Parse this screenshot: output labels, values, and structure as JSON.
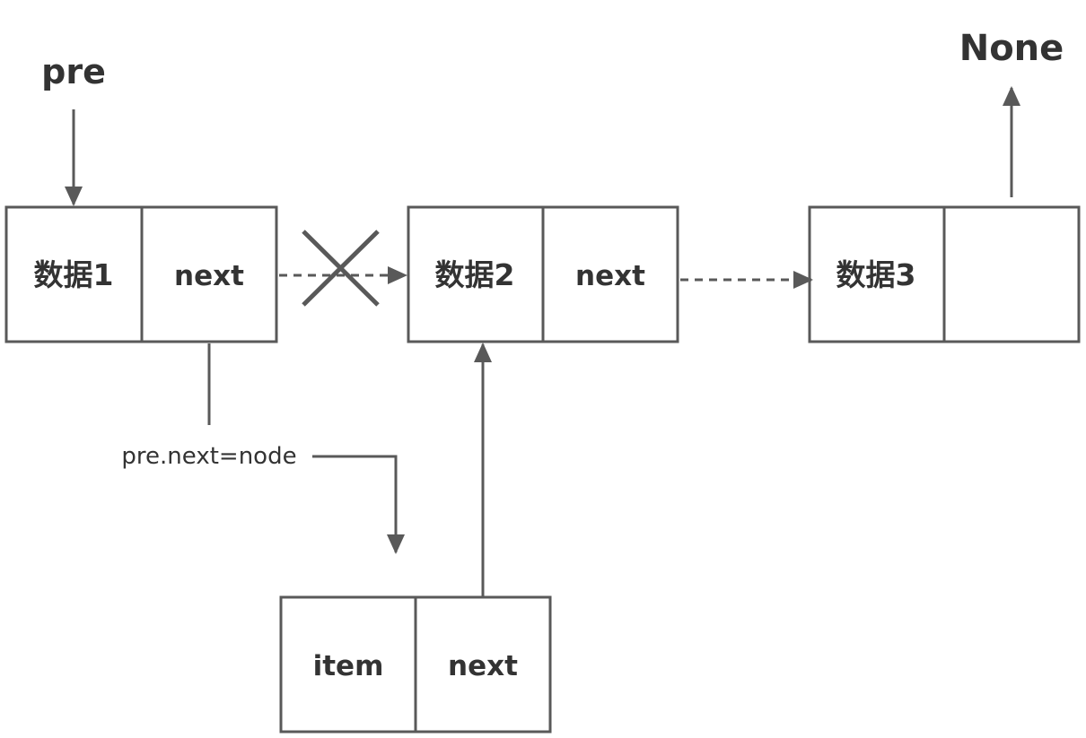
{
  "colors": {
    "stroke": "#595959",
    "text": "#333333",
    "background": "#ffffff"
  },
  "labels": {
    "pre": "pre",
    "none": "None",
    "instruction": "pre.next=node"
  },
  "nodes": {
    "node1": {
      "data": "数据1",
      "next": "next"
    },
    "node2": {
      "data": "数据2",
      "next": "next"
    },
    "node3": {
      "data": "数据3",
      "next": ""
    },
    "new_node": {
      "data": "item",
      "next": "next"
    }
  },
  "icons": {
    "removed_link": "cross-icon"
  }
}
